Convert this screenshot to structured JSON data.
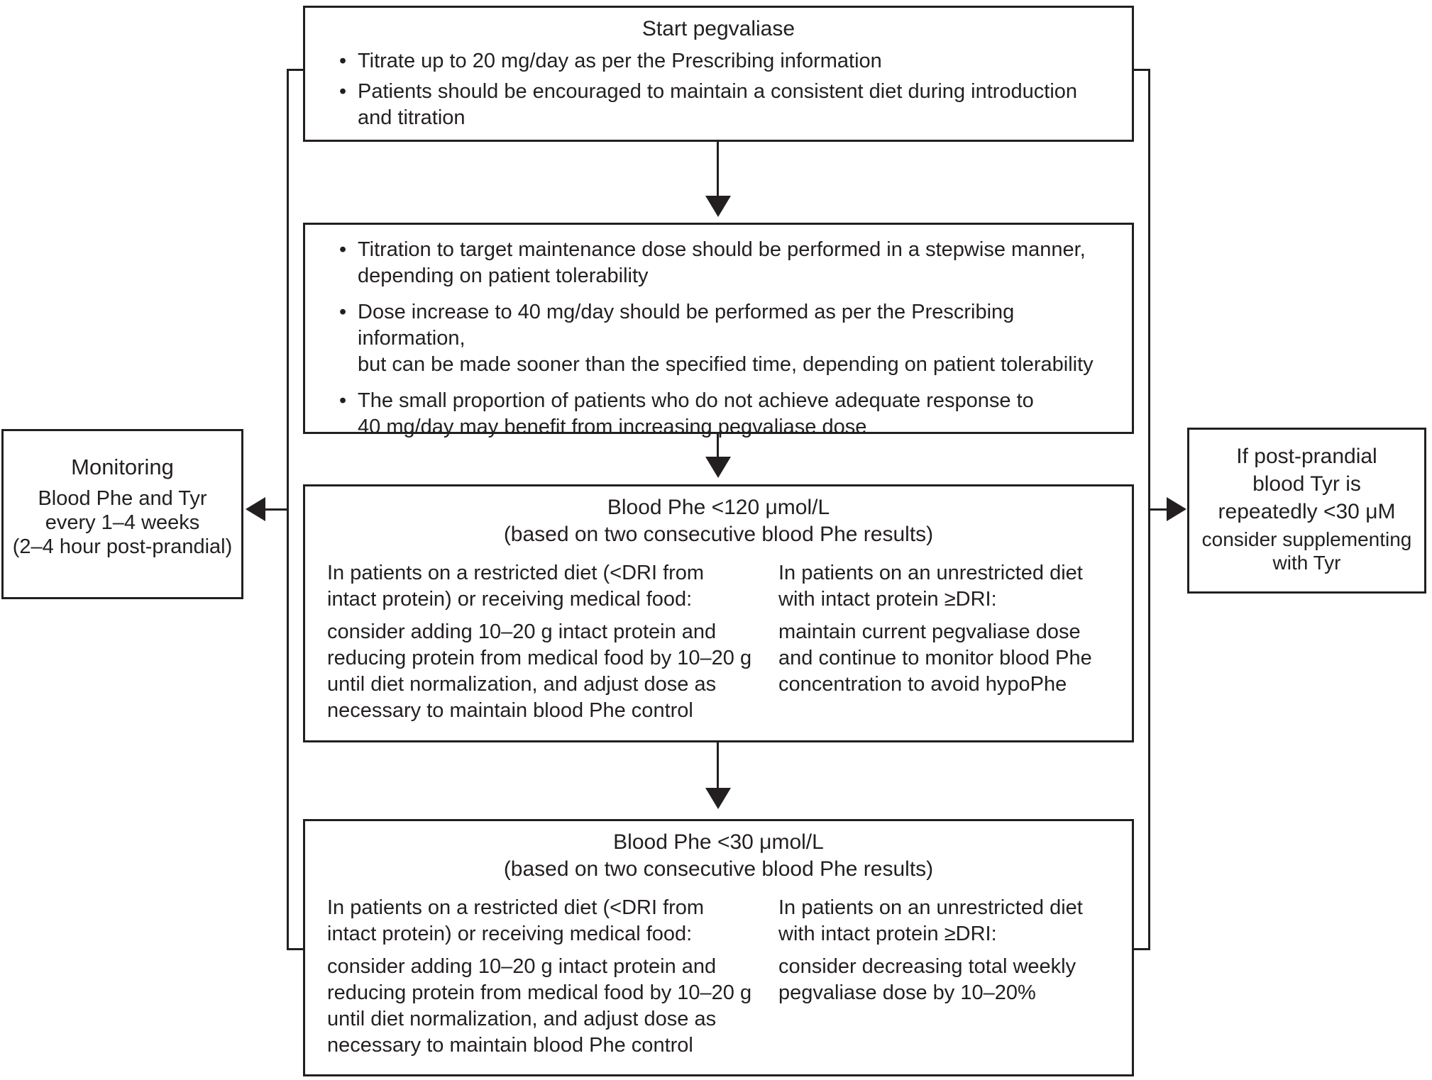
{
  "colors": {
    "ink": "#231f20",
    "background": "#ffffff"
  },
  "start_box": {
    "title": "Start pegvaliase",
    "bullets": [
      {
        "lines": [
          "Titrate up to 20 mg/day as per the Prescribing information"
        ]
      },
      {
        "lines": [
          "Patients should be encouraged to maintain a consistent diet during introduction",
          "and titration"
        ]
      }
    ]
  },
  "titration_box": {
    "bullets": [
      {
        "lines": [
          "Titration to target maintenance dose should be performed in a stepwise manner,",
          "depending on patient tolerability"
        ]
      },
      {
        "lines": [
          "Dose increase to 40 mg/day should be performed as per the Prescribing information,",
          "but can be made sooner than the specified time, depending on patient tolerability"
        ]
      },
      {
        "lines": [
          "The small proportion of patients who do not achieve adequate response to",
          "40 mg/day may benefit from increasing pegvaliase dose"
        ]
      }
    ]
  },
  "phe120_box": {
    "title": "Blood Phe <120 μmol/L",
    "subtitle": "(based on two consecutive blood Phe results)",
    "left_column": {
      "intro_lines": [
        "In patients on a restricted diet (<DRI from",
        "intact protein) or receiving medical food:"
      ],
      "body_lines": [
        "consider adding 10–20 g intact protein and",
        "reducing protein from medical food by 10–20 g",
        "until diet normalization, and adjust dose as",
        "necessary to maintain blood Phe control"
      ]
    },
    "right_column": {
      "intro_lines": [
        "In patients on an unrestricted diet",
        "with intact protein ≥DRI:"
      ],
      "body_lines": [
        "maintain current pegvaliase dose",
        "and continue to monitor blood Phe",
        "concentration to avoid hypoPhe"
      ]
    }
  },
  "phe30_box": {
    "title": "Blood Phe <30 μmol/L",
    "subtitle": "(based on two consecutive blood Phe results)",
    "left_column": {
      "intro_lines": [
        "In patients on a restricted diet (<DRI from",
        "intact protein) or receiving medical food:"
      ],
      "body_lines": [
        "consider adding 10–20 g intact protein and",
        "reducing protein from medical food by 10–20 g",
        "until diet normalization, and adjust dose as",
        "necessary to maintain blood Phe control"
      ]
    },
    "right_column": {
      "intro_lines": [
        "In patients on an unrestricted diet",
        "with intact protein ≥DRI:"
      ],
      "body_lines": [
        "consider decreasing total weekly",
        "pegvaliase dose by 10–20%"
      ]
    }
  },
  "monitoring_box": {
    "title": "Monitoring",
    "lines": [
      "Blood Phe and Tyr",
      "every 1–4 weeks",
      "(2–4 hour post-prandial)"
    ]
  },
  "tyr_box": {
    "title_lines": [
      "If post-prandial",
      "blood Tyr is",
      "repeatedly <30 μM"
    ],
    "body_lines": [
      "consider supplementing",
      "with Tyr"
    ]
  },
  "bullet_glyph": "•"
}
